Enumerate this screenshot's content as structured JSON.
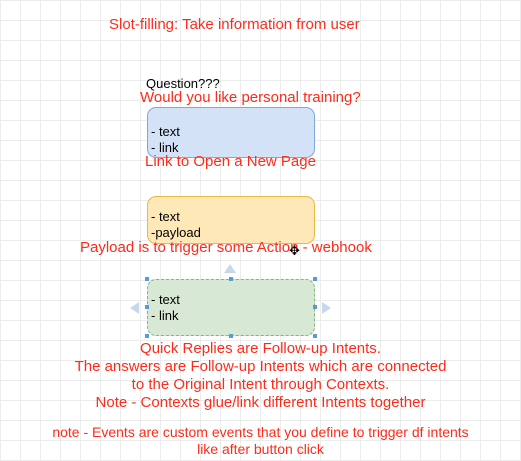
{
  "title": "Slot-filling: Take information from user",
  "question_heading": "Question???",
  "question_text": "Would you like personal training?",
  "blue_box": {
    "items": [
      "- text",
      "- link"
    ]
  },
  "link_note": "Link to Open a New Page",
  "yellow_box": {
    "items": [
      "- text",
      "-payload"
    ]
  },
  "payload_note": "Payload is to trigger some Action - webhook",
  "green_box": {
    "items": [
      "- text",
      "- link"
    ]
  },
  "quick_replies_notes": [
    "Quick Replies are Follow-up Intents.",
    "The answers are Follow-up Intents which are connected",
    "to the Original Intent through Contexts.",
    "Note - Contexts glue/link different Intents together"
  ],
  "events_notes": [
    "note - Events are custom events that you define to trigger df intents",
    "like after button click"
  ],
  "colors": {
    "annotation_red": "#ff2a1a",
    "blue_fill": "#d4e2f8",
    "yellow_fill": "#ffe8b8",
    "green_fill": "#d7e8d4"
  }
}
